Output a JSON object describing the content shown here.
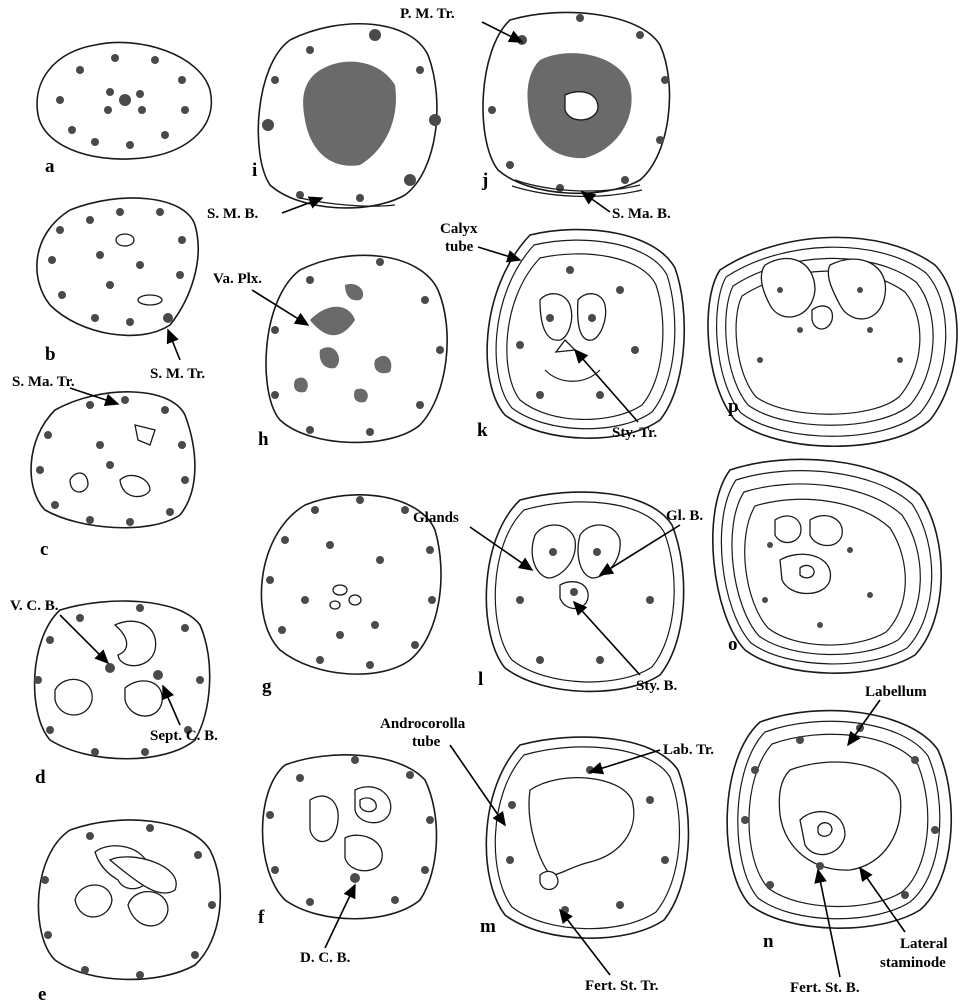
{
  "panels": {
    "a": "a",
    "b": "b",
    "c": "c",
    "d": "d",
    "e": "e",
    "f": "f",
    "g": "g",
    "h": "h",
    "i": "i",
    "j": "j",
    "k": "k",
    "l": "l",
    "m": "m",
    "n": "n",
    "o": "o",
    "p": "p"
  },
  "annotations": {
    "pm_tr": "P. M. Tr.",
    "sm_b": "S. M. B.",
    "sma_b": "S. Ma. B.",
    "calyx": "Calyx",
    "tube": "tube",
    "va_plx": "Va. Plx.",
    "sm_tr": "S. M. Tr.",
    "sma_tr": "S. Ma. Tr.",
    "sty_tr": "Sty. Tr.",
    "glands": "Glands",
    "gl_b": "Gl. B.",
    "sty_b": "Sty. B.",
    "vc_b": "V. C. B.",
    "sept_cb": "Sept. C. B.",
    "androcorolla": "Androcorolla",
    "andro_tube": "tube",
    "lab_tr": "Lab. Tr.",
    "labellum": "Labellum",
    "dc_b": "D. C. B.",
    "lateral": "Lateral",
    "staminode": "staminode",
    "fert_st_b": "Fert. St. B.",
    "fert_st_tr": "Fert. St. Tr."
  }
}
